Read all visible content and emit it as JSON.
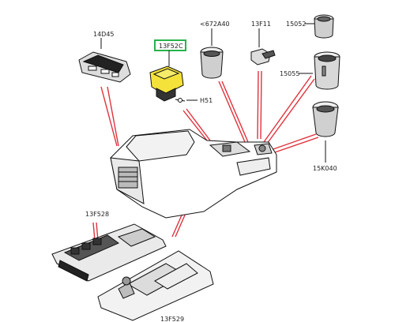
{
  "diagram": {
    "colors": {
      "leader": "#e0323c",
      "highlight_fill": "#f4e23a",
      "highlight_box": "#27b34a",
      "ink": "#111111"
    },
    "labels": {
      "p14d45": "14D45",
      "p13f52c": "13F52C",
      "p672a40": "<672A40",
      "p13f11": "13F11",
      "p15052": "15052",
      "p15055": "15055",
      "ph51": "H51",
      "p15k040": "15K040",
      "p13f528": "13F528",
      "p13f529": "13F529"
    },
    "highlighted_part": "13F52C"
  }
}
